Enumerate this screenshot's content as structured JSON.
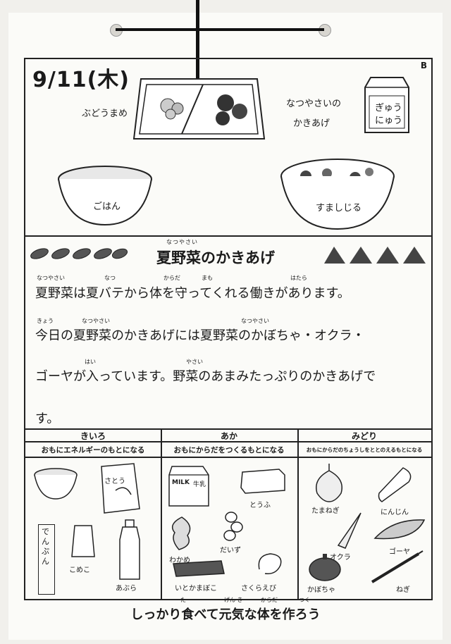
{
  "date": "9/11(木)",
  "corner_mark": "B",
  "menu": {
    "budoumame": "ぶどうまめ",
    "kakiage_line1": "なつやさいの",
    "kakiage_line2": "かきあげ",
    "milk_line1": "ぎゅう",
    "milk_line2": "にゅう",
    "rice": "ごはん",
    "soup": "すましじる"
  },
  "article": {
    "title_ruby": "なつやさい",
    "title": "夏野菜のかきあげ",
    "line1": "夏野菜は夏バテから体を守ってくれる働きがあります。",
    "line2": "今日の夏野菜のかきあげには夏野菜のかぼちゃ・オクラ・",
    "line3": "ゴーヤが入っています。野菜のあまみたっぷりのかきあげで",
    "line4": "す。",
    "ruby": {
      "r1a": "なつやさい",
      "r1b": "なつ",
      "r1c": "からだ",
      "r1d": "まも",
      "r1e": "はたら",
      "r2a": "きょう",
      "r2b": "なつやさい",
      "r2c": "なつやさい",
      "r3a": "はい",
      "r3b": "やさい"
    }
  },
  "groups": [
    {
      "name": "きいろ",
      "sub": "おもにエネルギーのもとになる",
      "items": [
        "さとう",
        "でんぷん",
        "こめこ",
        "あぶら"
      ]
    },
    {
      "name": "あか",
      "sub": "おもにからだをつくるもとになる",
      "items": [
        "MILK",
        "牛乳",
        "とうふ",
        "わかめ",
        "だいず",
        "いとかまぼこ",
        "さくらえび"
      ]
    },
    {
      "name": "みどり",
      "sub": "おもにからだのちょうしをととのえるもとになる",
      "items": [
        "たまねぎ",
        "にんじん",
        "オクラ",
        "ゴーヤ",
        "かぼちゃ",
        "ねぎ"
      ]
    }
  ],
  "slogan": "しっかり食べて元気な体を作ろう",
  "slogan_ruby": {
    "a": "た",
    "b": "げん き",
    "c": "からだ",
    "d": "つく"
  }
}
